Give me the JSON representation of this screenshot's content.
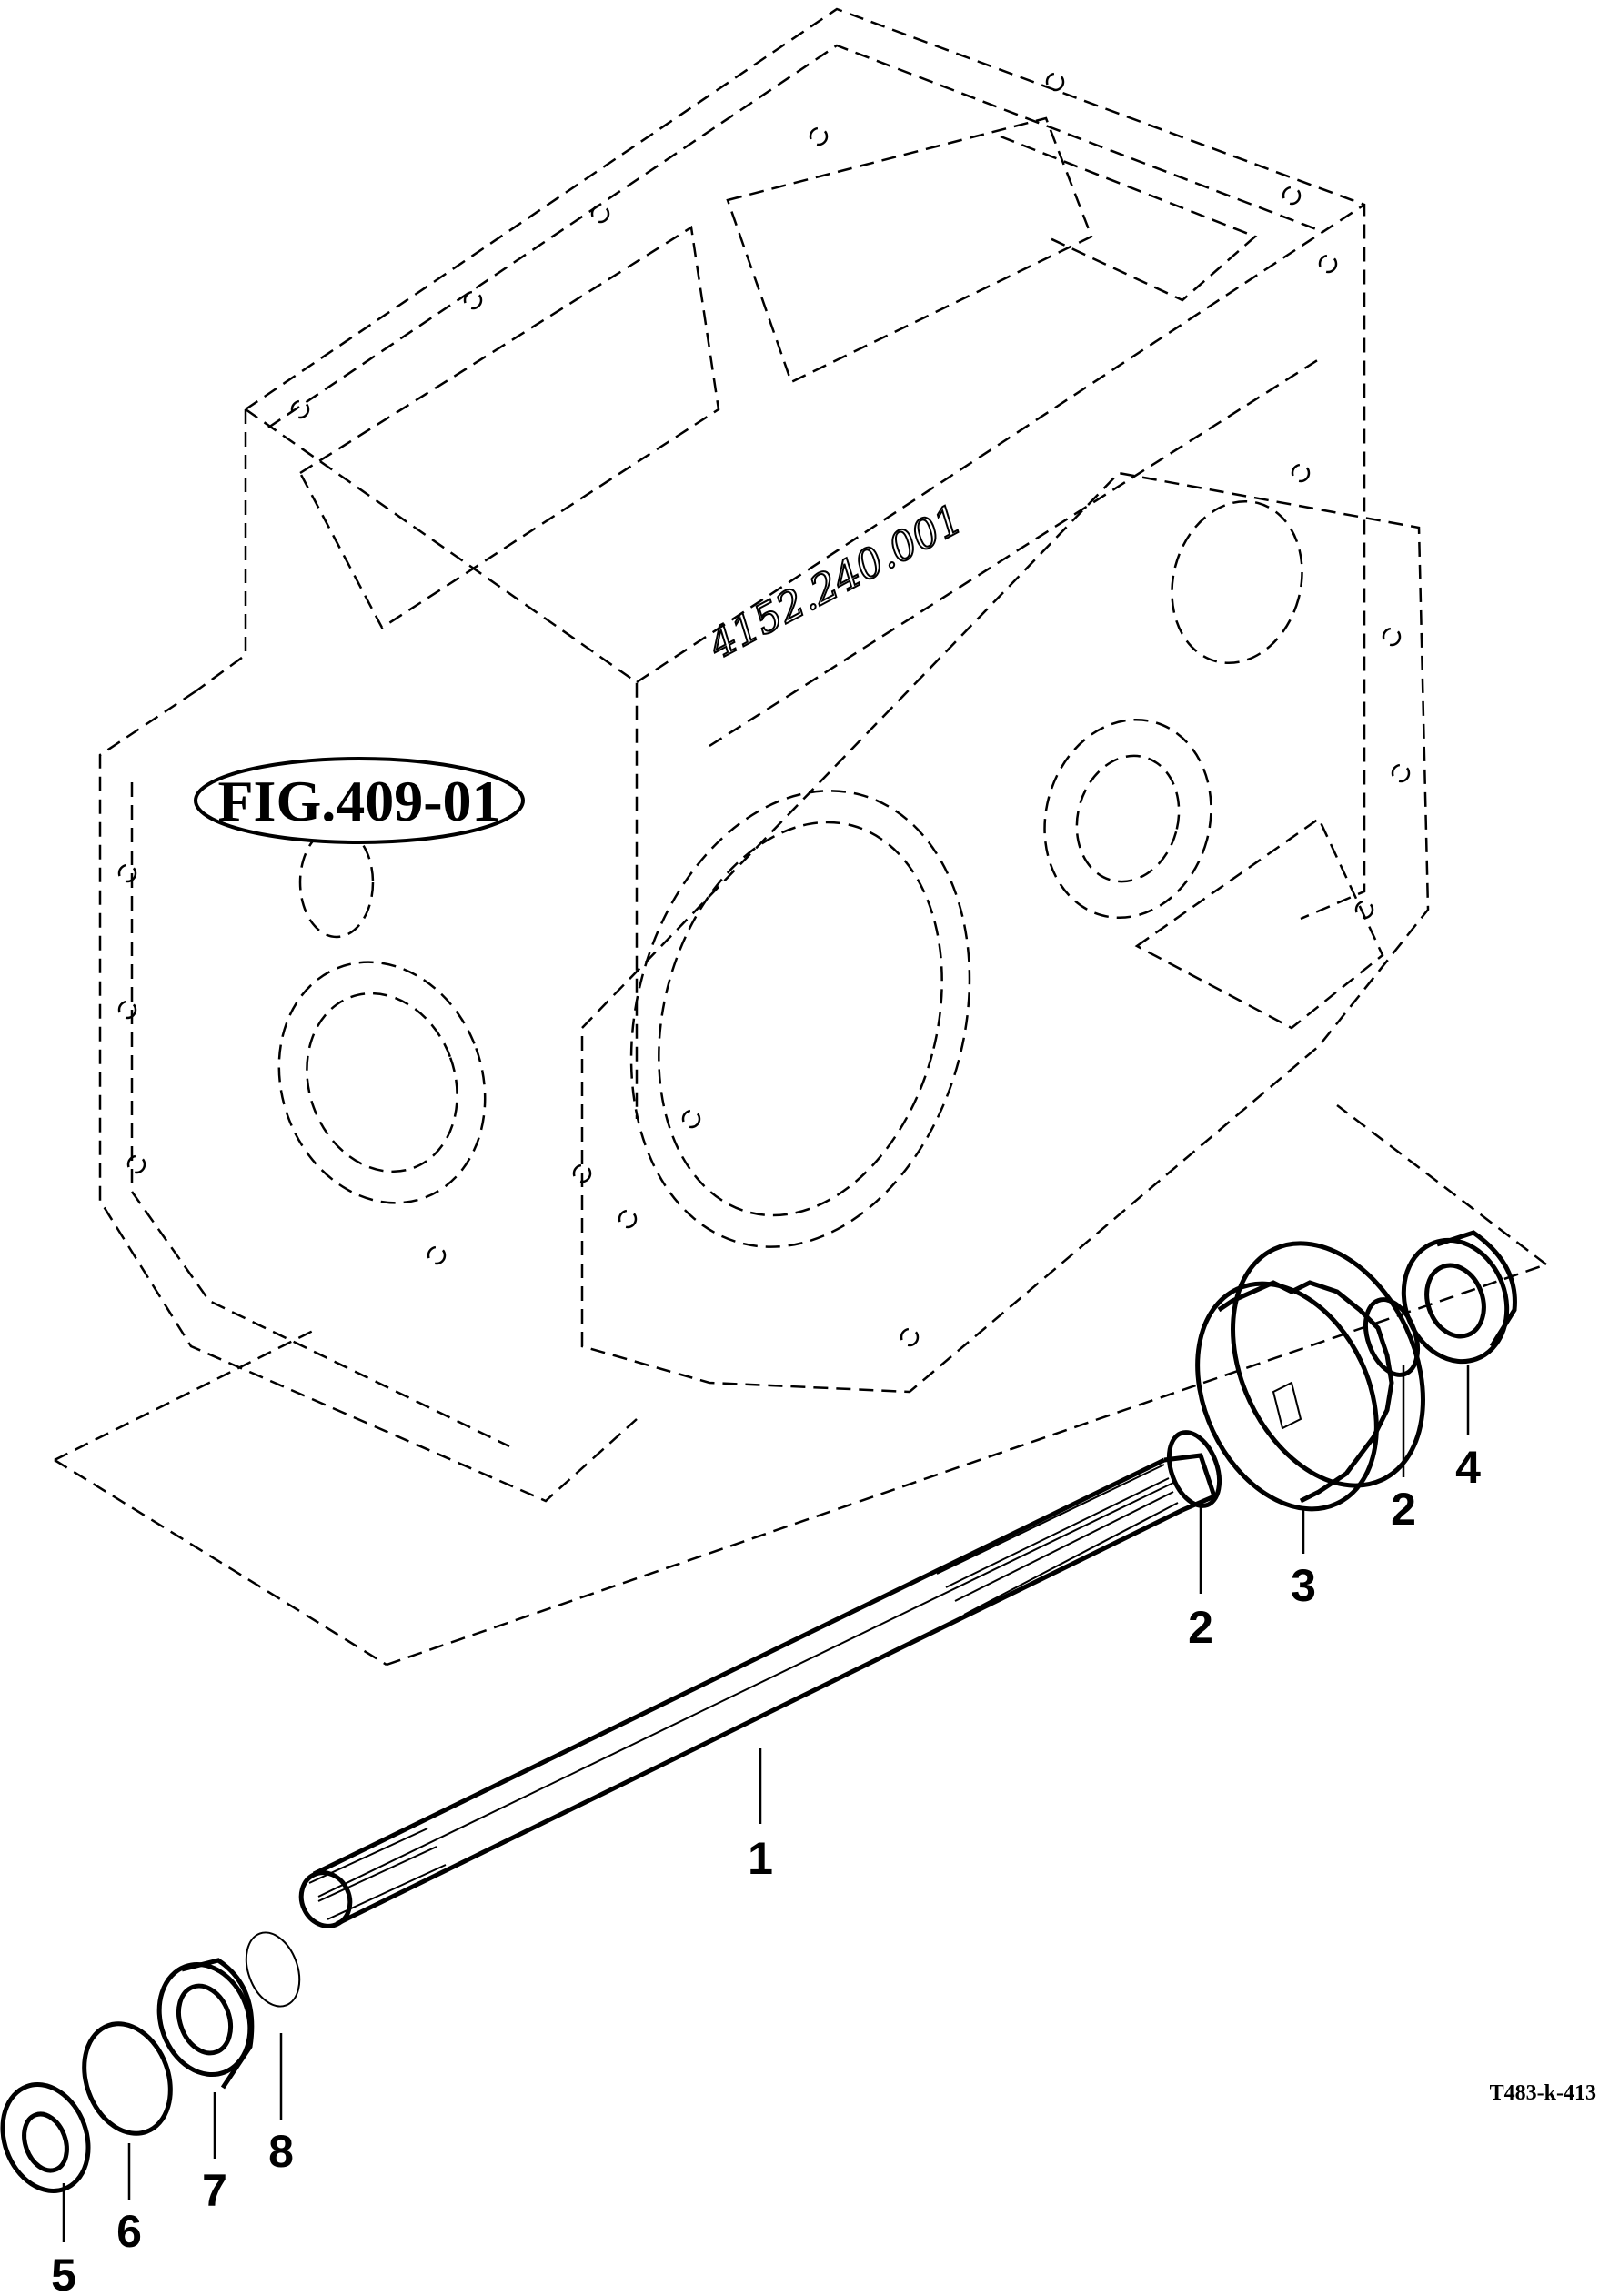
{
  "figure": {
    "reference_label": "FIG.409-01",
    "housing_casting_number": "4152.240.001",
    "drawing_code": "T483-k-413"
  },
  "callouts": [
    {
      "id": "callout-1",
      "number": "1",
      "part": "shaft"
    },
    {
      "id": "callout-2a",
      "number": "2",
      "part": "snap-ring"
    },
    {
      "id": "callout-2b",
      "number": "2",
      "part": "snap-ring"
    },
    {
      "id": "callout-3",
      "number": "3",
      "part": "gear"
    },
    {
      "id": "callout-4",
      "number": "4",
      "part": "bearing"
    },
    {
      "id": "callout-5",
      "number": "5",
      "part": "seal"
    },
    {
      "id": "callout-6",
      "number": "6",
      "part": "circlip"
    },
    {
      "id": "callout-7",
      "number": "7",
      "part": "bearing"
    },
    {
      "id": "callout-8",
      "number": "8",
      "part": "snap-ring"
    }
  ]
}
